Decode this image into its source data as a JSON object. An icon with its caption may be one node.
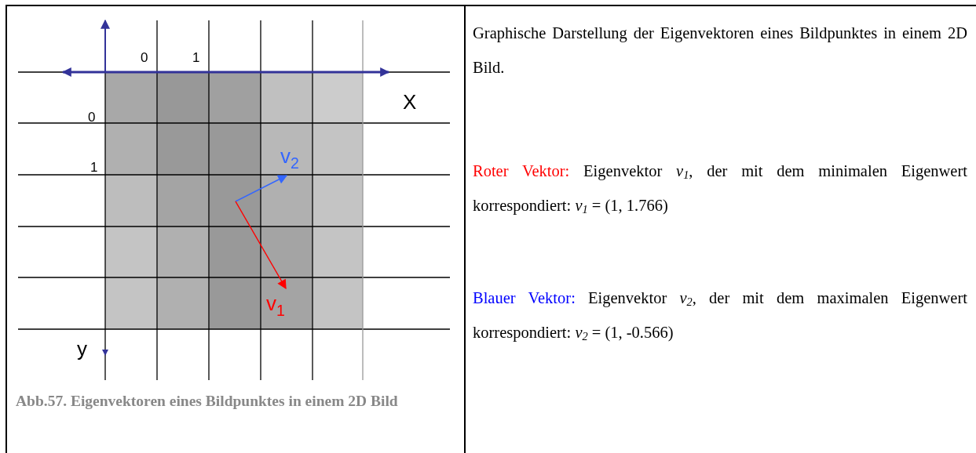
{
  "diagram": {
    "caption": "**Abb.57.** Eigenvektoren eines Bildpunktes in einem  2D Bild",
    "labels": [
      "0",
      "1",
      "X",
      "0",
      "1",
      "v$_{2}$",
      "v$_{1}$",
      "y",
      "Graphische Darstellung der Eigenvektoren eines Bildpunktes in einem 2D Bild.",
      "Roter Vektor:",
      "Eigenvektor *v*$_{1}$, der mit dem minimalen Eigenwert korrespondiert: *v*$_{1}$  = (1, 1.766)",
      "Blauer Vektor:",
      "Eigenvektor *v*$_{2}$, der mit dem maximalen Eigenwert korrespondiert: *v*$_{2}$ = (1, -0.566)"
    ]
  }
}
